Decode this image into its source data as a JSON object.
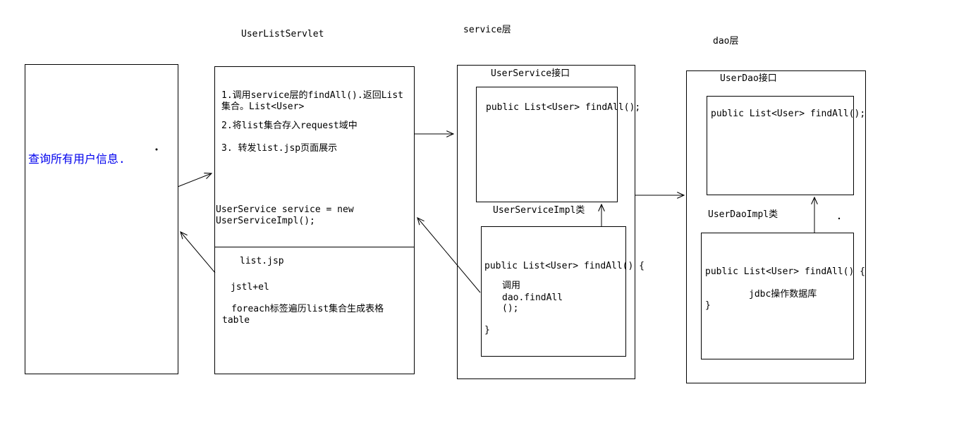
{
  "colors": {
    "background": "#ffffff",
    "line": "#000000",
    "request_text": "#0000ee"
  },
  "layer_labels": {
    "servlet": "UserListServlet",
    "service": "service层",
    "dao": "dao层"
  },
  "request_box": {
    "text": "查询所有用户信息."
  },
  "servlet_box": {
    "steps": [
      "1.调用service层的findAll().返回List集合。List<User>",
      "2.将list集合存入request域中",
      "3. 转发list.jsp页面展示"
    ],
    "code_lines": [
      "UserService service = new",
      "UserServiceImpl();"
    ],
    "jsp": {
      "title": "list.jsp",
      "tech": "jstl+el",
      "note": "foreach标签遍历list集合生成表格table"
    }
  },
  "service_layer": {
    "interface_label": "UserService接口",
    "interface_code": "public List<User> findAll();",
    "impl_label": "UserServiceImpl类",
    "impl_code_lines": [
      "public List<User> findAll() {",
      "调用",
      "dao.findAll",
      "();",
      "}"
    ]
  },
  "dao_layer": {
    "interface_label": "UserDao接口",
    "interface_code": "public List<User> findAll();",
    "impl_label": "UserDaoImpl类",
    "impl_code_lines": [
      "public List<User> findAll() {",
      "jdbc操作数据库",
      "}"
    ]
  }
}
